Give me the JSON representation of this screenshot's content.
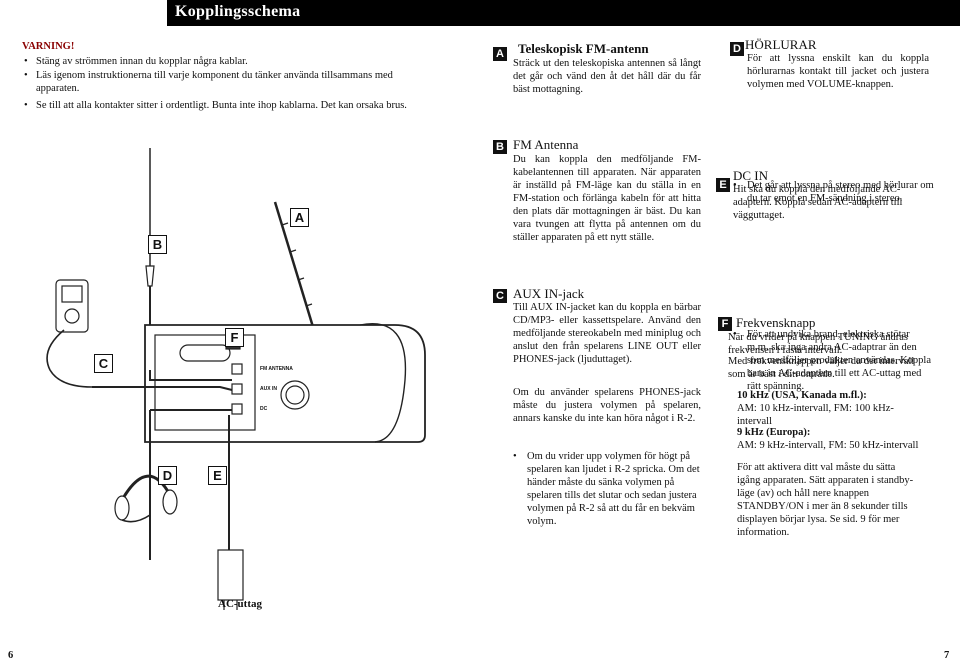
{
  "header": {
    "title": "Kopplingsschema"
  },
  "warning": {
    "heading": "VARNING!",
    "items": [
      "Stäng av strömmen innan du kopplar några kablar.",
      "Läs igenom instruktionerna till varje komponent du tänker använda tillsammans med apparaten.",
      "Se till att alla kontakter sitter i ordentligt. Bunta inte ihop kablarna. Det kan orsaka brus."
    ]
  },
  "diagram": {
    "labels": {
      "A": "A",
      "B": "B",
      "C": "C",
      "D": "D",
      "E": "E",
      "F": "F"
    },
    "fm_antenna": "FM ANTENNA",
    "aux_in": "AUX IN",
    "dc": "DC",
    "ac_caption": "AC-uttag"
  },
  "sections": {
    "A": {
      "badge": "A",
      "title": "Teleskopisk FM-antenn",
      "text": "Sträck ut den teleskopiska antennen så långt det går och vänd den åt det håll där du får bäst mottagning."
    },
    "B": {
      "badge": "B",
      "title": "FM Antenna",
      "text": "Du kan koppla den medföljande FM-kabelantennen till apparaten. När apparaten är inställd på FM-läge kan du ställa in en FM-station och förlänga kabeln för att hitta den plats där mottagningen är bäst. Du kan vara tvungen att flytta på antennen om du ställer apparaten på ett nytt ställe."
    },
    "C": {
      "badge": "C",
      "title": "AUX IN-jack",
      "text1": "Till AUX IN-jacket kan du koppla en bärbar CD/MP3- eller kassettspelare. Använd den medföljande stereokabeln med miniplug och anslut den från spelarens LINE OUT eller PHONES-jack (ljuduttaget).",
      "text2": "Om du använder spelarens PHONES-jack måste du justera volymen på spelaren, annars kanske du inte kan höra något i R-2.",
      "bullet": "Om du vrider upp volymen för högt på spelaren kan ljudet i R-2 spricka. Om det händer måste du sänka volymen på spelaren tills det slutar och sedan justera volymen på R-2 så att du får en bekväm volym."
    },
    "D": {
      "badge": "D",
      "title": "HÖRLURAR",
      "text": "För att lyssna enskilt kan du koppla hörlurarnas kontakt till jacket och justera volymen med VOLUME-knappen.",
      "bullet": "Det går att lyssna på stereo med hörlurar om du tar emot en FM-sändning i stereo."
    },
    "E": {
      "badge": "E",
      "title": "DC IN",
      "text": "Hit ska du koppla den medföljande AC-adaptern. Koppla sedan AC-adaptern till vägguttaget.",
      "bullet": "För att undvika brand, elektriska stötar m.m. ska inga andra AC-adaptrar än den som medföljer produkten användas. Koppla bara in AC-adaptern till ett AC-uttag med rätt spänning."
    },
    "F": {
      "badge": "F",
      "title": "Frekvensknapp",
      "text1": "När du vrider på knappen TUNING ändras frekvensen i fasta intervall.",
      "text2": "Med frekvensknappen väljer du det intervall som är bäst i ditt område.",
      "us_head": "10 kHz (USA, Kanada m.fl.):",
      "us_val": "AM: 10 kHz-intervall, FM: 100 kHz-intervall",
      "eu_head": "9 kHz (Europa):",
      "eu_val": "AM: 9 kHz-intervall, FM: 50 kHz-intervall",
      "text3": "För att aktivera ditt val måste du sätta igång apparaten. Sätt apparaten i standby-läge (av) och håll nere knappen STANDBY/ON i mer än 8 sekunder tills displayen börjar lysa. Se sid. 9 för mer information."
    }
  },
  "footer": {
    "left_page": "6",
    "right_page": "7"
  }
}
